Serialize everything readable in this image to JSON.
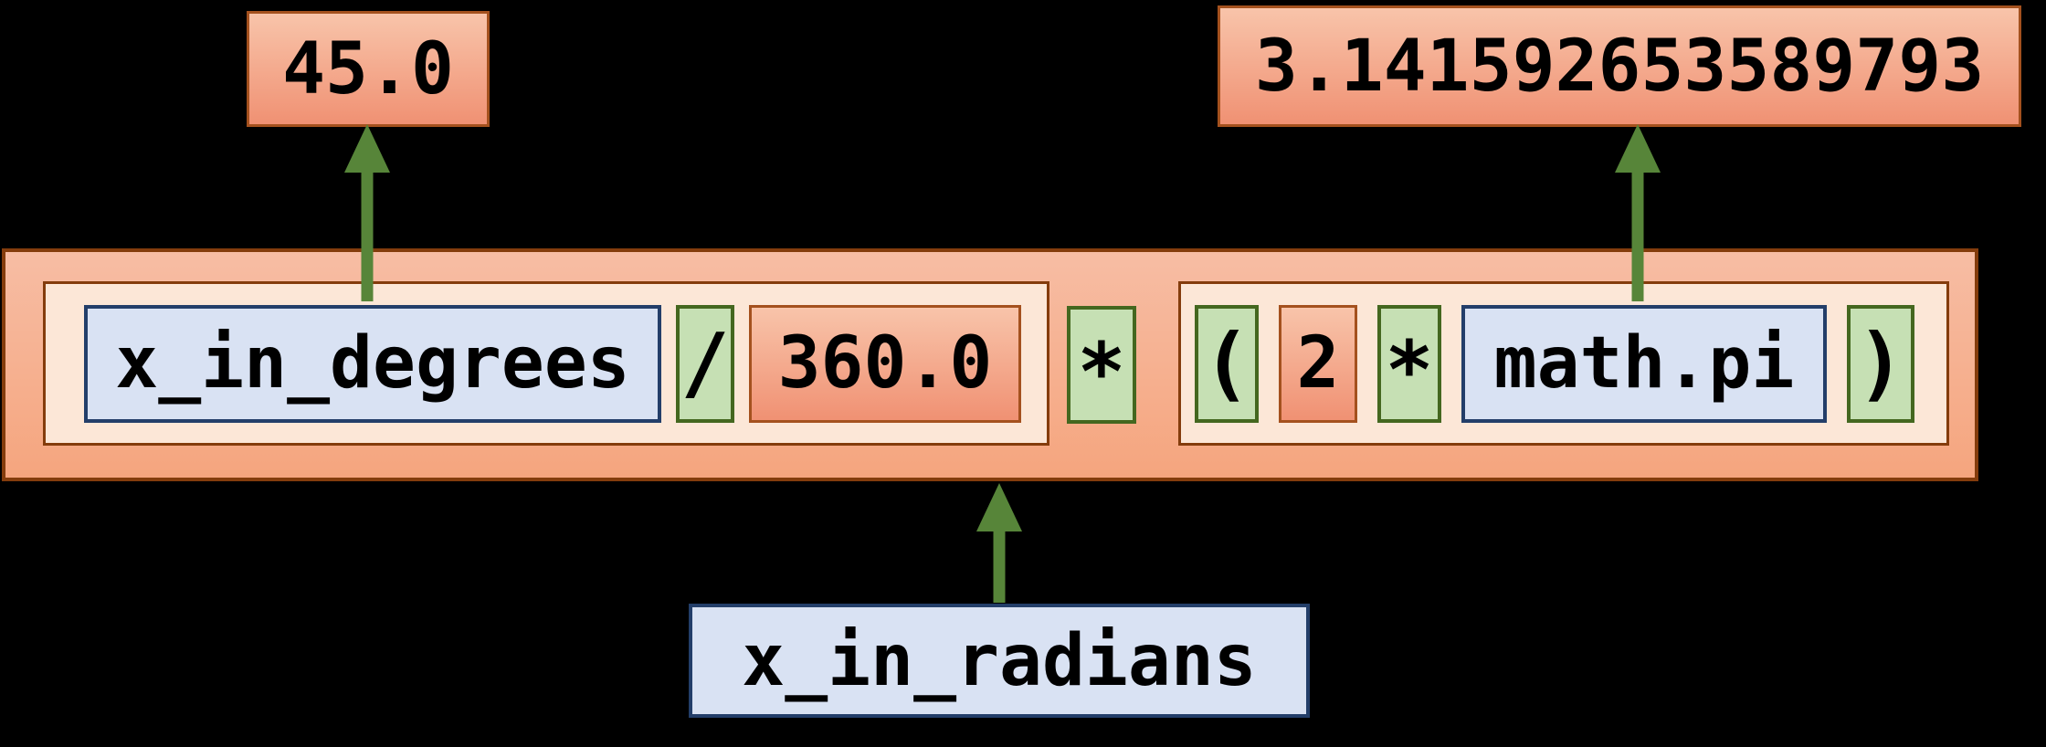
{
  "values": {
    "degrees_value": "45.0",
    "pi_value": "3.141592653589793"
  },
  "result_variable": "x_in_radians",
  "expression": {
    "group1": [
      {
        "text": "x_in_degrees",
        "kind": "variable"
      },
      {
        "text": "/",
        "kind": "operator"
      },
      {
        "text": "360.0",
        "kind": "number"
      }
    ],
    "operator_between": {
      "text": "*",
      "kind": "operator"
    },
    "group2": [
      {
        "text": "(",
        "kind": "operator"
      },
      {
        "text": "2",
        "kind": "number"
      },
      {
        "text": "*",
        "kind": "operator"
      },
      {
        "text": "math.pi",
        "kind": "variable"
      },
      {
        "text": ")",
        "kind": "operator"
      }
    ]
  },
  "colors": {
    "background": "#000000",
    "text": "#000000",
    "arrow": "#578539",
    "salmon_light": "#f8c4aa",
    "salmon_dark": "#f09173",
    "salmon_border": "#a4511e",
    "container_light": "#f7bda4",
    "container_dark": "#f5a57e",
    "container_border": "#843c0c",
    "cream_fill": "#fce7d7",
    "cream_border": "#843c0c",
    "green_fill": "#c6e0b4",
    "green_border": "#44671f",
    "blue_fill": "#d9e2f3",
    "blue_border": "#233e69"
  }
}
